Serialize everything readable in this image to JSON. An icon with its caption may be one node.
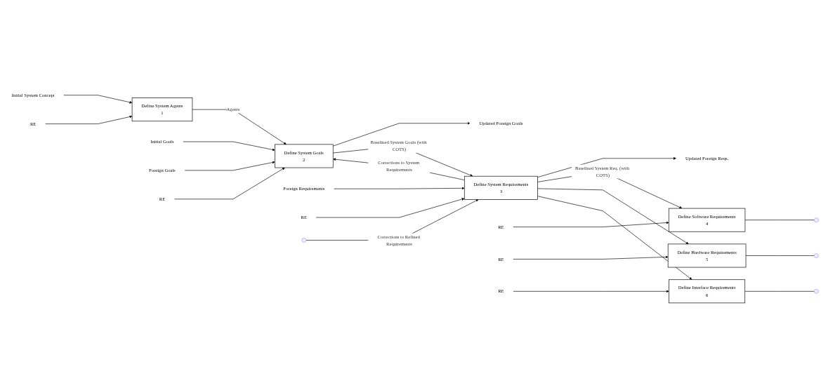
{
  "diagram": {
    "nodes": [
      {
        "text": [
          "Initial System Concept"
        ]
      },
      {
        "text": [
          "Define System Agents",
          "1"
        ]
      },
      {
        "text": [
          "RE"
        ]
      },
      {
        "text": [
          "Initial Goals"
        ]
      },
      {
        "text": [
          "Foreign Goals"
        ]
      },
      {
        "text": [
          "Define System Goals",
          "2"
        ]
      },
      {
        "text": [
          "RE"
        ]
      },
      {
        "text": [
          "Updated Foreign Goals"
        ]
      },
      {
        "text": [
          "Foreign Requirements"
        ]
      },
      {
        "text": [
          "Define System Requirements",
          "3"
        ]
      },
      {
        "text": [
          "RE"
        ]
      },
      {
        "text": [
          "Updated Foreign Reqs."
        ]
      },
      {
        "text": [
          "Define Software Requirements",
          "4"
        ]
      },
      {
        "text": [
          "RE"
        ]
      },
      {
        "text": [
          "Define Hardware Requirements",
          "5"
        ]
      },
      {
        "text": [
          "RE"
        ]
      },
      {
        "text": [
          "Define Interface Requirements",
          "6"
        ]
      },
      {
        "text": [
          "RE"
        ]
      }
    ],
    "edges": [
      {
        "from": 0,
        "to": 1,
        "arrow": "to"
      },
      {
        "from": 2,
        "to": 1,
        "arrow": "to"
      },
      {
        "from": 1,
        "to": 5,
        "label": "Agents",
        "arrow": "to"
      },
      {
        "from": 3,
        "to": 5,
        "arrow": "to"
      },
      {
        "from": 4,
        "to": 5,
        "arrow": "to"
      },
      {
        "from": 9,
        "to": 5,
        "label": "Corrections to System Requirements",
        "arrow": "to"
      },
      {
        "from": 6,
        "to": 5,
        "arrow": "to"
      },
      {
        "from": 5,
        "to": 7,
        "arrow": "to"
      },
      {
        "from": 5,
        "to": 9,
        "label": "Baselined System Goals (with COTS)",
        "arrow": "to"
      },
      {
        "from": 8,
        "to": 9,
        "arrow": "to"
      },
      {
        "from": null,
        "to": 9,
        "label": "Corrections to Refined Requirements",
        "arrow": "to"
      },
      {
        "from": 10,
        "to": 9,
        "arrow": "to"
      },
      {
        "from": 9,
        "to": 11,
        "arrow": "to"
      },
      {
        "from": 9,
        "to": 12,
        "label": "Baselined System Req. (with COTS)",
        "arrow": "to"
      },
      {
        "from": 9,
        "to": 14,
        "arrow": "to"
      },
      {
        "from": 9,
        "to": 16,
        "arrow": "to"
      },
      {
        "from": 13,
        "to": 12,
        "arrow": "to"
      },
      {
        "from": 15,
        "to": 14,
        "arrow": "to"
      },
      {
        "from": 17,
        "to": 16,
        "arrow": "to"
      },
      {
        "from": 12,
        "to": null,
        "arrow": "none"
      },
      {
        "from": 14,
        "to": null,
        "arrow": "none"
      },
      {
        "from": 16,
        "to": null,
        "arrow": "none"
      }
    ]
  }
}
